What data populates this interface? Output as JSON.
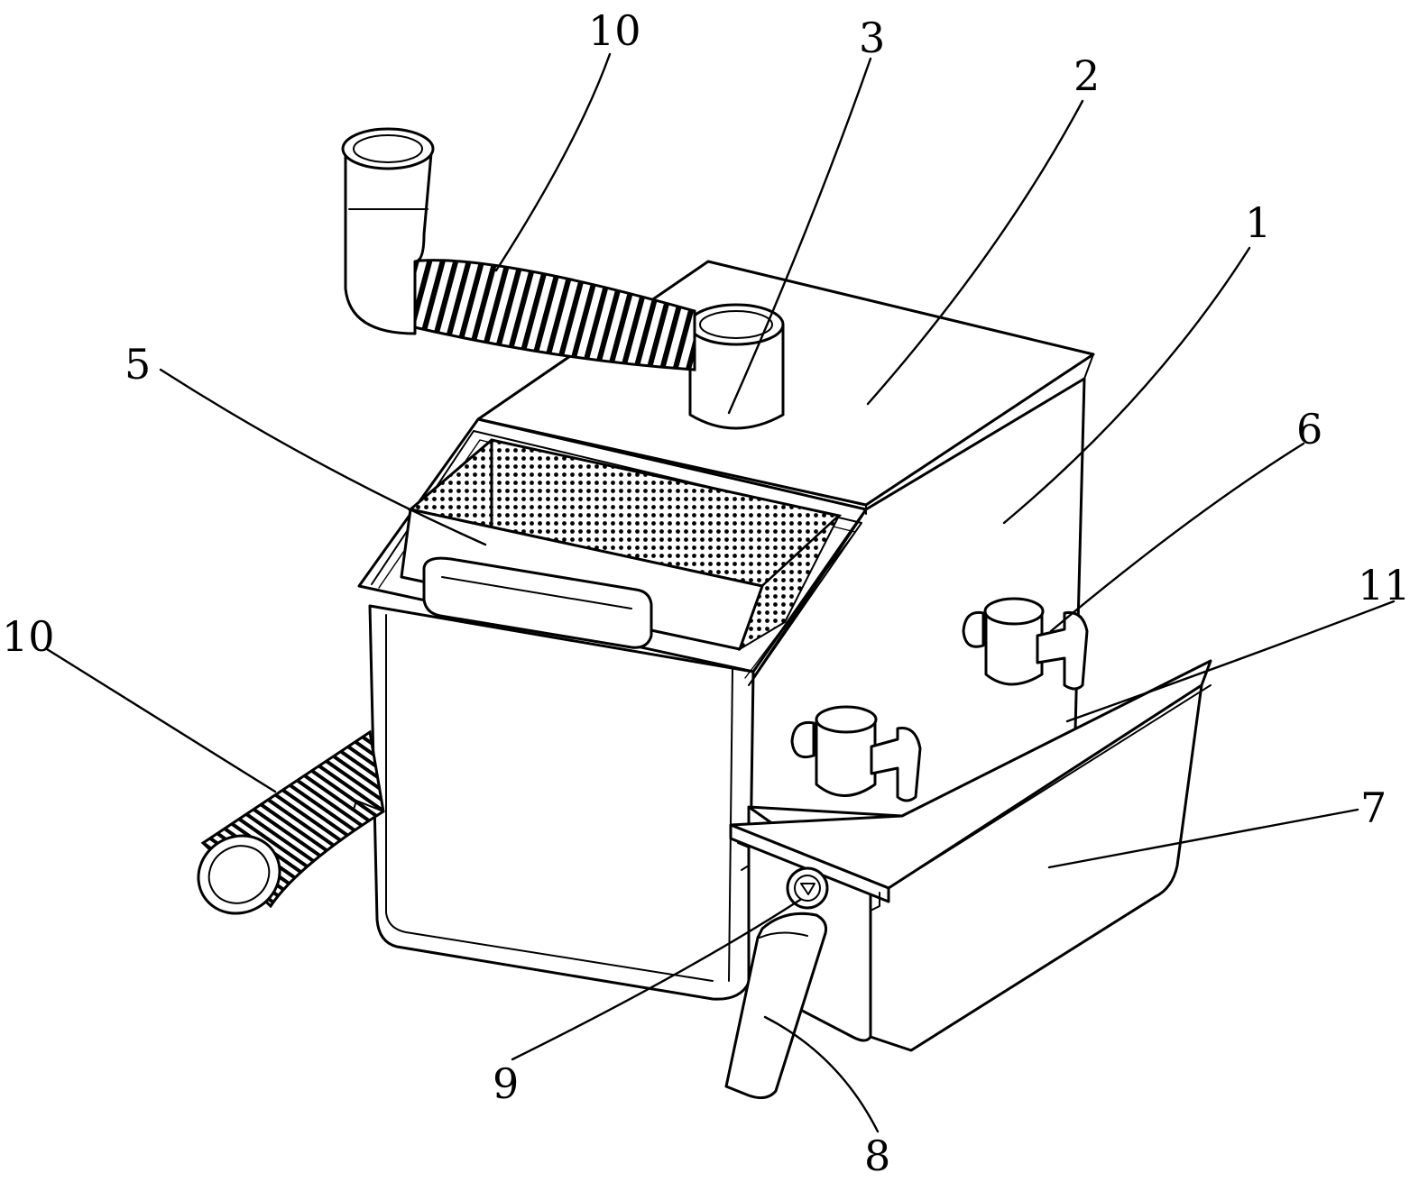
{
  "callouts": [
    {
      "id": "c10a",
      "text": "10"
    },
    {
      "id": "c3",
      "text": "3"
    },
    {
      "id": "c2",
      "text": "2"
    },
    {
      "id": "c1",
      "text": "1"
    },
    {
      "id": "c5",
      "text": "5"
    },
    {
      "id": "c6",
      "text": "6"
    },
    {
      "id": "c11",
      "text": "11"
    },
    {
      "id": "c10b",
      "text": "10"
    },
    {
      "id": "c7",
      "text": "7"
    },
    {
      "id": "c9",
      "text": "9"
    },
    {
      "id": "c8",
      "text": "8"
    }
  ]
}
